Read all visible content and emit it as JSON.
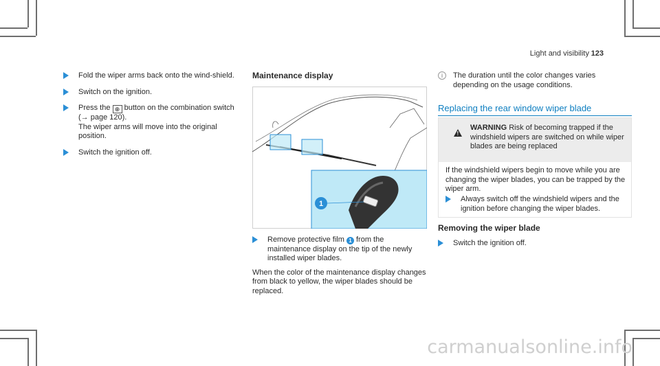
{
  "header": {
    "section": "Light and visibility",
    "page": "123"
  },
  "col1": {
    "step1": "Fold the wiper arms back onto the wind-shield.",
    "step2": "Switch on the ignition.",
    "step3_a": "Press the",
    "step3_icon": "wiper-icon",
    "step3_b": "button on the combination switch (→ page 120).",
    "step3_c": "The wiper arms will move into the original position.",
    "step4": "Switch the ignition off."
  },
  "col2": {
    "heading": "Maintenance display",
    "figure_callout": "1",
    "step_a": "Remove protective film",
    "step_callout": "1",
    "step_b": "from the maintenance display on the tip of the newly installed wiper blades.",
    "para": "When the color of the maintenance display changes from black to yellow, the wiper blades should be replaced."
  },
  "col3": {
    "note_icon": "i",
    "note": "The duration until the color changes varies depending on the usage conditions.",
    "heading": "Replacing the rear window wiper blade",
    "warning_label": "WARNING",
    "warning_text": "Risk of becoming trapped if the windshield wipers are switched on while wiper blades are being replaced",
    "warning_body": "If the windshield wipers begin to move while you are changing the wiper blades, you can be trapped by the wiper arm.",
    "warning_step": "Always switch off the windshield wipers and the ignition before changing the wiper blades.",
    "sub_heading": "Removing the wiper blade",
    "sub_step": "Switch the ignition off."
  },
  "watermark": "carmanualsonline.info",
  "colors": {
    "accent": "#2b8fd6",
    "highlight": "#bfe9f7",
    "heading_blue": "#0d7ec0"
  }
}
